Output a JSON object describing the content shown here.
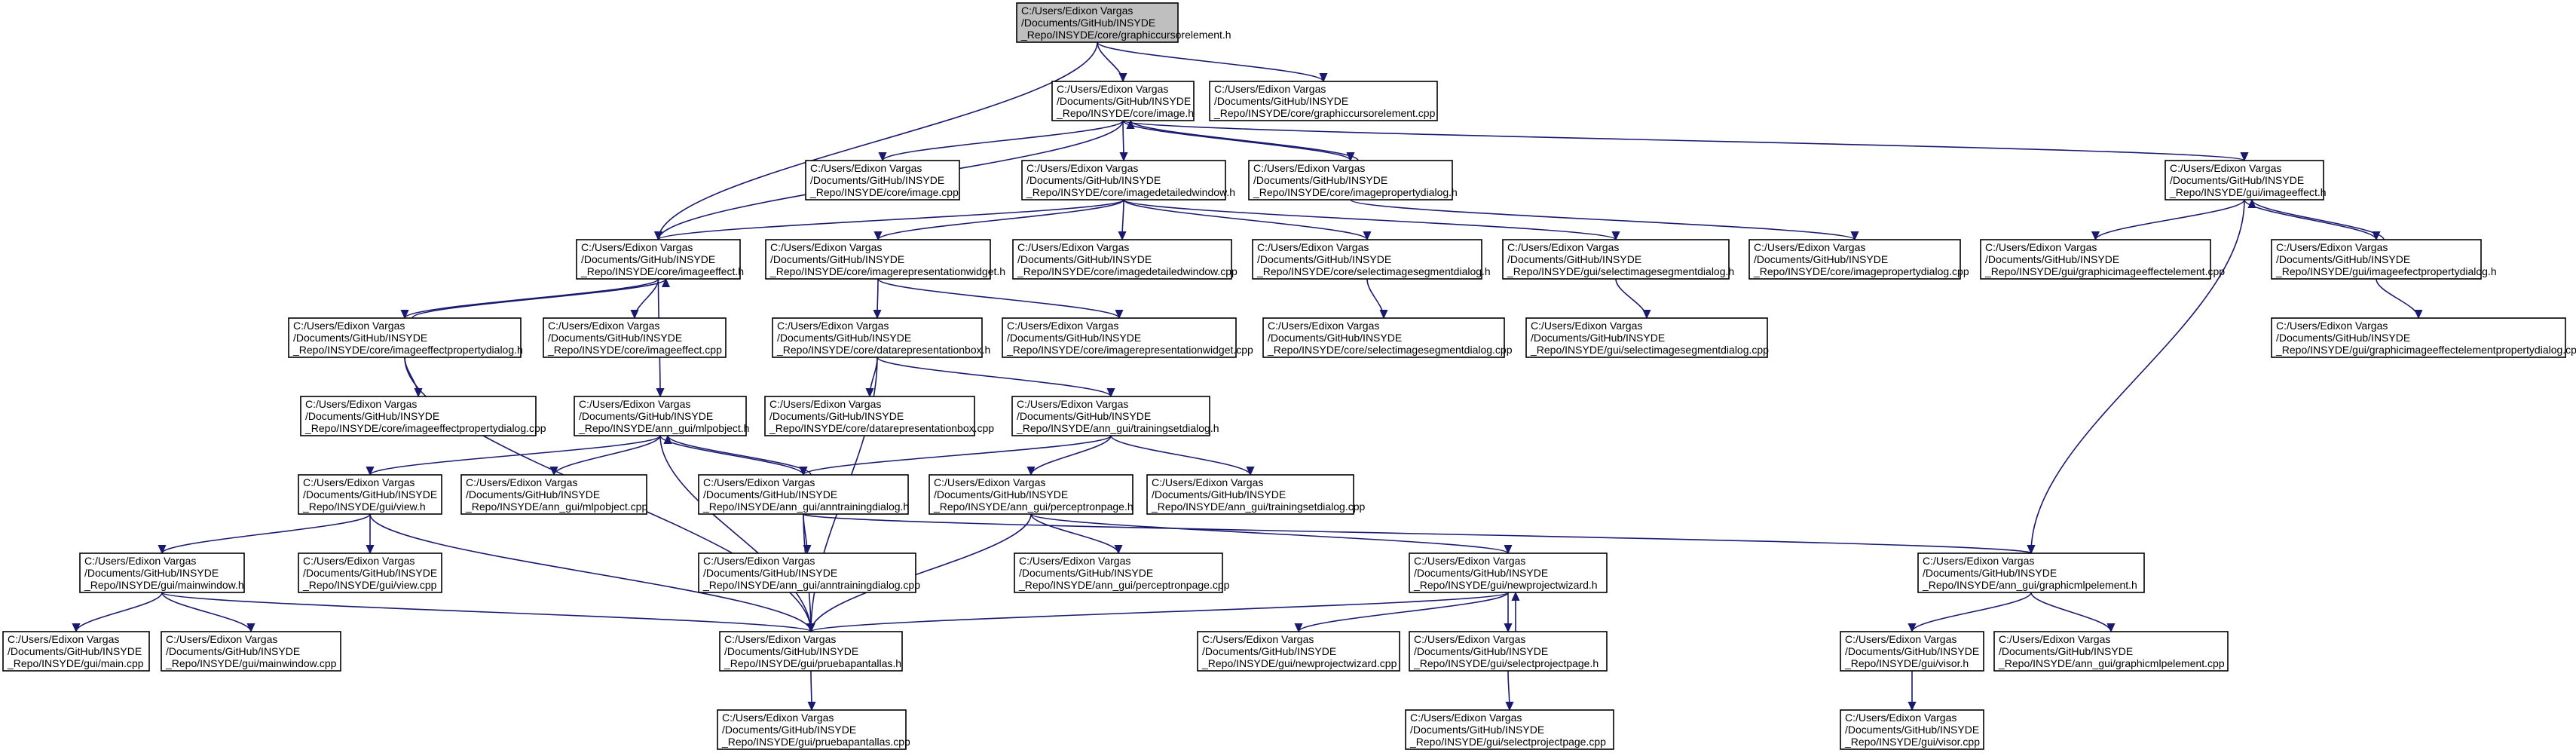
{
  "graph": {
    "root": "n0",
    "nodes": [
      {
        "id": "n0",
        "lines": [
          "C:/Users/Edixon Vargas",
          "/Documents/GitHub/INSYDE",
          "_Repo/INSYDE/core/graphiccursorelement.h"
        ]
      },
      {
        "id": "n1",
        "lines": [
          "C:/Users/Edixon Vargas",
          "/Documents/GitHub/INSYDE",
          "_Repo/INSYDE/core/image.h"
        ]
      },
      {
        "id": "n2",
        "lines": [
          "C:/Users/Edixon Vargas",
          "/Documents/GitHub/INSYDE",
          "_Repo/INSYDE/core/graphiccursorelement.cpp"
        ]
      },
      {
        "id": "n3",
        "lines": [
          "C:/Users/Edixon Vargas",
          "/Documents/GitHub/INSYDE",
          "_Repo/INSYDE/core/image.cpp"
        ]
      },
      {
        "id": "n4",
        "lines": [
          "C:/Users/Edixon Vargas",
          "/Documents/GitHub/INSYDE",
          "_Repo/INSYDE/core/imagedetailedwindow.h"
        ]
      },
      {
        "id": "n5",
        "lines": [
          "C:/Users/Edixon Vargas",
          "/Documents/GitHub/INSYDE",
          "_Repo/INSYDE/core/imagepropertydialog.h"
        ]
      },
      {
        "id": "n6",
        "lines": [
          "C:/Users/Edixon Vargas",
          "/Documents/GitHub/INSYDE",
          "_Repo/INSYDE/gui/imageeffect.h"
        ]
      },
      {
        "id": "n7",
        "lines": [
          "C:/Users/Edixon Vargas",
          "/Documents/GitHub/INSYDE",
          "_Repo/INSYDE/core/imageeffect.h"
        ]
      },
      {
        "id": "n8",
        "lines": [
          "C:/Users/Edixon Vargas",
          "/Documents/GitHub/INSYDE",
          "_Repo/INSYDE/core/imagerepresentationwidget.h"
        ]
      },
      {
        "id": "n9",
        "lines": [
          "C:/Users/Edixon Vargas",
          "/Documents/GitHub/INSYDE",
          "_Repo/INSYDE/core/imagedetailedwindow.cpp"
        ]
      },
      {
        "id": "n10",
        "lines": [
          "C:/Users/Edixon Vargas",
          "/Documents/GitHub/INSYDE",
          "_Repo/INSYDE/core/selectimagesegmentdialog.h"
        ]
      },
      {
        "id": "n11",
        "lines": [
          "C:/Users/Edixon Vargas",
          "/Documents/GitHub/INSYDE",
          "_Repo/INSYDE/gui/selectimagesegmentdialog.h"
        ]
      },
      {
        "id": "n12",
        "lines": [
          "C:/Users/Edixon Vargas",
          "/Documents/GitHub/INSYDE",
          "_Repo/INSYDE/core/imagepropertydialog.cpp"
        ]
      },
      {
        "id": "n13",
        "lines": [
          "C:/Users/Edixon Vargas",
          "/Documents/GitHub/INSYDE",
          "_Repo/INSYDE/gui/graphicimageeffectelement.cpp"
        ]
      },
      {
        "id": "n14",
        "lines": [
          "C:/Users/Edixon Vargas",
          "/Documents/GitHub/INSYDE",
          "_Repo/INSYDE/gui/imageefectpropertydialog.h"
        ]
      },
      {
        "id": "n15",
        "lines": [
          "C:/Users/Edixon Vargas",
          "/Documents/GitHub/INSYDE",
          "_Repo/INSYDE/core/imageeffectpropertydialog.h"
        ]
      },
      {
        "id": "n16",
        "lines": [
          "C:/Users/Edixon Vargas",
          "/Documents/GitHub/INSYDE",
          "_Repo/INSYDE/core/imageeffect.cpp"
        ]
      },
      {
        "id": "n17",
        "lines": [
          "C:/Users/Edixon Vargas",
          "/Documents/GitHub/INSYDE",
          "_Repo/INSYDE/core/datarepresentationbox.h"
        ]
      },
      {
        "id": "n18",
        "lines": [
          "C:/Users/Edixon Vargas",
          "/Documents/GitHub/INSYDE",
          "_Repo/INSYDE/core/imagerepresentationwidget.cpp"
        ]
      },
      {
        "id": "n19",
        "lines": [
          "C:/Users/Edixon Vargas",
          "/Documents/GitHub/INSYDE",
          "_Repo/INSYDE/core/selectimagesegmentdialog.cpp"
        ]
      },
      {
        "id": "n20",
        "lines": [
          "C:/Users/Edixon Vargas",
          "/Documents/GitHub/INSYDE",
          "_Repo/INSYDE/gui/selectimagesegmentdialog.cpp"
        ]
      },
      {
        "id": "n21",
        "lines": [
          "C:/Users/Edixon Vargas",
          "/Documents/GitHub/INSYDE",
          "_Repo/INSYDE/gui/graphicimageeffectelementpropertydialog.cpp"
        ]
      },
      {
        "id": "n22",
        "lines": [
          "C:/Users/Edixon Vargas",
          "/Documents/GitHub/INSYDE",
          "_Repo/INSYDE/core/imageeffectpropertydialog.cpp"
        ]
      },
      {
        "id": "n23",
        "lines": [
          "C:/Users/Edixon Vargas",
          "/Documents/GitHub/INSYDE",
          "_Repo/INSYDE/ann_gui/mlpobject.h"
        ]
      },
      {
        "id": "n24",
        "lines": [
          "C:/Users/Edixon Vargas",
          "/Documents/GitHub/INSYDE",
          "_Repo/INSYDE/core/datarepresentationbox.cpp"
        ]
      },
      {
        "id": "n25",
        "lines": [
          "C:/Users/Edixon Vargas",
          "/Documents/GitHub/INSYDE",
          "_Repo/INSYDE/ann_gui/trainingsetdialog.h"
        ]
      },
      {
        "id": "n26",
        "lines": [
          "C:/Users/Edixon Vargas",
          "/Documents/GitHub/INSYDE",
          "_Repo/INSYDE/gui/view.h"
        ]
      },
      {
        "id": "n27",
        "lines": [
          "C:/Users/Edixon Vargas",
          "/Documents/GitHub/INSYDE",
          "_Repo/INSYDE/ann_gui/mlpobject.cpp"
        ]
      },
      {
        "id": "n28",
        "lines": [
          "C:/Users/Edixon Vargas",
          "/Documents/GitHub/INSYDE",
          "_Repo/INSYDE/ann_gui/anntrainingdialog.h"
        ]
      },
      {
        "id": "n29",
        "lines": [
          "C:/Users/Edixon Vargas",
          "/Documents/GitHub/INSYDE",
          "_Repo/INSYDE/ann_gui/perceptronpage.h"
        ]
      },
      {
        "id": "n30",
        "lines": [
          "C:/Users/Edixon Vargas",
          "/Documents/GitHub/INSYDE",
          "_Repo/INSYDE/ann_gui/trainingsetdialog.cpp"
        ]
      },
      {
        "id": "n31",
        "lines": [
          "C:/Users/Edixon Vargas",
          "/Documents/GitHub/INSYDE",
          "_Repo/INSYDE/gui/mainwindow.h"
        ]
      },
      {
        "id": "n32",
        "lines": [
          "C:/Users/Edixon Vargas",
          "/Documents/GitHub/INSYDE",
          "_Repo/INSYDE/gui/view.cpp"
        ]
      },
      {
        "id": "n33",
        "lines": [
          "C:/Users/Edixon Vargas",
          "/Documents/GitHub/INSYDE",
          "_Repo/INSYDE/ann_gui/anntrainingdialog.cpp"
        ]
      },
      {
        "id": "n34",
        "lines": [
          "C:/Users/Edixon Vargas",
          "/Documents/GitHub/INSYDE",
          "_Repo/INSYDE/ann_gui/perceptronpage.cpp"
        ]
      },
      {
        "id": "n35",
        "lines": [
          "C:/Users/Edixon Vargas",
          "/Documents/GitHub/INSYDE",
          "_Repo/INSYDE/gui/newprojectwizard.h"
        ]
      },
      {
        "id": "n36",
        "lines": [
          "C:/Users/Edixon Vargas",
          "/Documents/GitHub/INSYDE",
          "_Repo/INSYDE/ann_gui/graphicmlpelement.h"
        ]
      },
      {
        "id": "n37",
        "lines": [
          "C:/Users/Edixon Vargas",
          "/Documents/GitHub/INSYDE",
          "_Repo/INSYDE/gui/main.cpp"
        ]
      },
      {
        "id": "n38",
        "lines": [
          "C:/Users/Edixon Vargas",
          "/Documents/GitHub/INSYDE",
          "_Repo/INSYDE/gui/mainwindow.cpp"
        ]
      },
      {
        "id": "n39",
        "lines": [
          "C:/Users/Edixon Vargas",
          "/Documents/GitHub/INSYDE",
          "_Repo/INSYDE/gui/pruebapantallas.h"
        ]
      },
      {
        "id": "n40",
        "lines": [
          "C:/Users/Edixon Vargas",
          "/Documents/GitHub/INSYDE",
          "_Repo/INSYDE/gui/newprojectwizard.cpp"
        ]
      },
      {
        "id": "n41",
        "lines": [
          "C:/Users/Edixon Vargas",
          "/Documents/GitHub/INSYDE",
          "_Repo/INSYDE/gui/selectprojectpage.h"
        ]
      },
      {
        "id": "n42",
        "lines": [
          "C:/Users/Edixon Vargas",
          "/Documents/GitHub/INSYDE",
          "_Repo/INSYDE/gui/visor.h"
        ]
      },
      {
        "id": "n43",
        "lines": [
          "C:/Users/Edixon Vargas",
          "/Documents/GitHub/INSYDE",
          "_Repo/INSYDE/ann_gui/graphicmlpelement.cpp"
        ]
      },
      {
        "id": "n44",
        "lines": [
          "C:/Users/Edixon Vargas",
          "/Documents/GitHub/INSYDE",
          "_Repo/INSYDE/gui/pruebapantallas.cpp"
        ]
      },
      {
        "id": "n45",
        "lines": [
          "C:/Users/Edixon Vargas",
          "/Documents/GitHub/INSYDE",
          "_Repo/INSYDE/gui/selectprojectpage.cpp"
        ]
      },
      {
        "id": "n46",
        "lines": [
          "C:/Users/Edixon Vargas",
          "/Documents/GitHub/INSYDE",
          "_Repo/INSYDE/gui/visor.cpp"
        ]
      }
    ],
    "edges": [
      [
        "n0",
        "n1"
      ],
      [
        "n0",
        "n2"
      ],
      [
        "n0",
        "n7"
      ],
      [
        "n1",
        "n3"
      ],
      [
        "n1",
        "n4"
      ],
      [
        "n1",
        "n5"
      ],
      [
        "n1",
        "n6"
      ],
      [
        "n1",
        "n7"
      ],
      [
        "n5",
        "n1"
      ],
      [
        "n4",
        "n7"
      ],
      [
        "n4",
        "n8"
      ],
      [
        "n4",
        "n9"
      ],
      [
        "n4",
        "n10"
      ],
      [
        "n4",
        "n11"
      ],
      [
        "n5",
        "n12"
      ],
      [
        "n6",
        "n13"
      ],
      [
        "n6",
        "n14"
      ],
      [
        "n6",
        "n36"
      ],
      [
        "n14",
        "n6"
      ],
      [
        "n14",
        "n21"
      ],
      [
        "n7",
        "n15"
      ],
      [
        "n7",
        "n16"
      ],
      [
        "n7",
        "n23"
      ],
      [
        "n15",
        "n7"
      ],
      [
        "n15",
        "n22"
      ],
      [
        "n15",
        "n39"
      ],
      [
        "n8",
        "n17"
      ],
      [
        "n8",
        "n18"
      ],
      [
        "n10",
        "n19"
      ],
      [
        "n11",
        "n20"
      ],
      [
        "n17",
        "n24"
      ],
      [
        "n17",
        "n25"
      ],
      [
        "n17",
        "n39"
      ],
      [
        "n23",
        "n26"
      ],
      [
        "n23",
        "n27"
      ],
      [
        "n23",
        "n28"
      ],
      [
        "n23",
        "n39"
      ],
      [
        "n28",
        "n23"
      ],
      [
        "n25",
        "n28"
      ],
      [
        "n25",
        "n29"
      ],
      [
        "n25",
        "n30"
      ],
      [
        "n26",
        "n31"
      ],
      [
        "n26",
        "n32"
      ],
      [
        "n26",
        "n39"
      ],
      [
        "n28",
        "n33"
      ],
      [
        "n28",
        "n39"
      ],
      [
        "n28",
        "n36"
      ],
      [
        "n29",
        "n34"
      ],
      [
        "n29",
        "n35"
      ],
      [
        "n29",
        "n39"
      ],
      [
        "n31",
        "n37"
      ],
      [
        "n31",
        "n38"
      ],
      [
        "n31",
        "n39"
      ],
      [
        "n35",
        "n39"
      ],
      [
        "n35",
        "n40"
      ],
      [
        "n35",
        "n41"
      ],
      [
        "n41",
        "n35"
      ],
      [
        "n41",
        "n45"
      ],
      [
        "n36",
        "n42"
      ],
      [
        "n36",
        "n43"
      ],
      [
        "n42",
        "n46"
      ],
      [
        "n39",
        "n44"
      ]
    ]
  }
}
